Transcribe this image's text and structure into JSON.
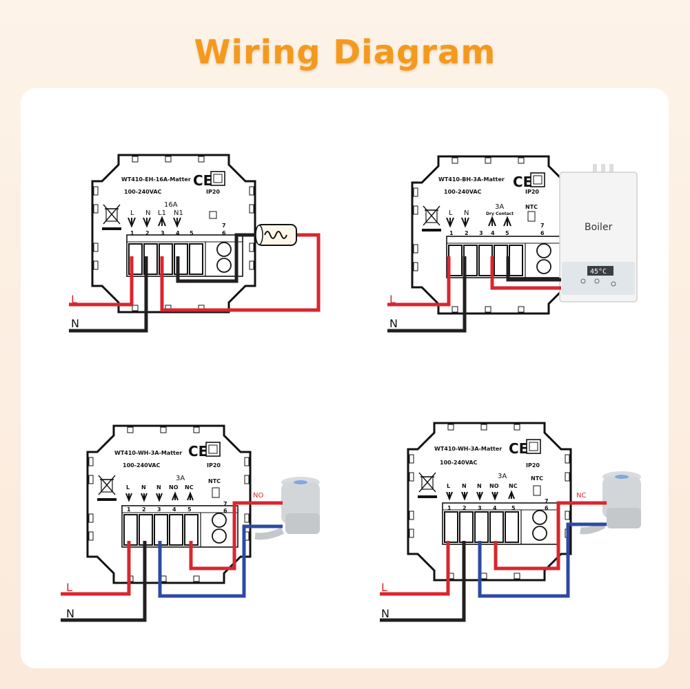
{
  "title": "Wiring Diagram",
  "colors": {
    "title": "#f39a1e",
    "live": "#d9262e",
    "neutral": "#231f20",
    "signal": "#2e4aa0"
  },
  "diagrams": [
    {
      "model": "WT410-EH-16A-Matter",
      "voltage": "100-240VAC",
      "ip": "IP20",
      "rating": "16A",
      "terminals": [
        "L",
        "N",
        "L1",
        "N1"
      ],
      "numbers": [
        "1",
        "2",
        "3",
        "4",
        "5",
        "7",
        "6"
      ],
      "supply": [
        "L",
        "N"
      ]
    },
    {
      "model": "WT410-BH-3A-Matter",
      "voltage": "100-240VAC",
      "ip": "IP20",
      "rating": "3A",
      "contact": "Dry Contact",
      "ntc": "NTC",
      "terminals": [
        "L",
        "N"
      ],
      "numbers": [
        "1",
        "2",
        "3",
        "4",
        "5",
        "7",
        "6"
      ],
      "supply": [
        "L",
        "N"
      ],
      "device": "Boiler",
      "display": "45°C"
    },
    {
      "model": "WT410-WH-3A-Matter",
      "voltage": "100-240VAC",
      "ip": "IP20",
      "rating": "3A",
      "ntc": "NTC",
      "terminals": [
        "L",
        "N",
        "N",
        "NO",
        "NC"
      ],
      "numbers": [
        "1",
        "2",
        "3",
        "4",
        "5",
        "7",
        "6"
      ],
      "supply": [
        "L",
        "N"
      ],
      "wire_label": "NO"
    },
    {
      "model": "WT410-WH-3A-Matter",
      "voltage": "100-240VAC",
      "ip": "IP20",
      "rating": "3A",
      "ntc": "NTC",
      "terminals": [
        "L",
        "N",
        "N",
        "NO",
        "NC"
      ],
      "numbers": [
        "1",
        "2",
        "3",
        "4",
        "5",
        "7",
        "6"
      ],
      "supply": [
        "L",
        "N"
      ],
      "wire_label": "NC"
    }
  ]
}
